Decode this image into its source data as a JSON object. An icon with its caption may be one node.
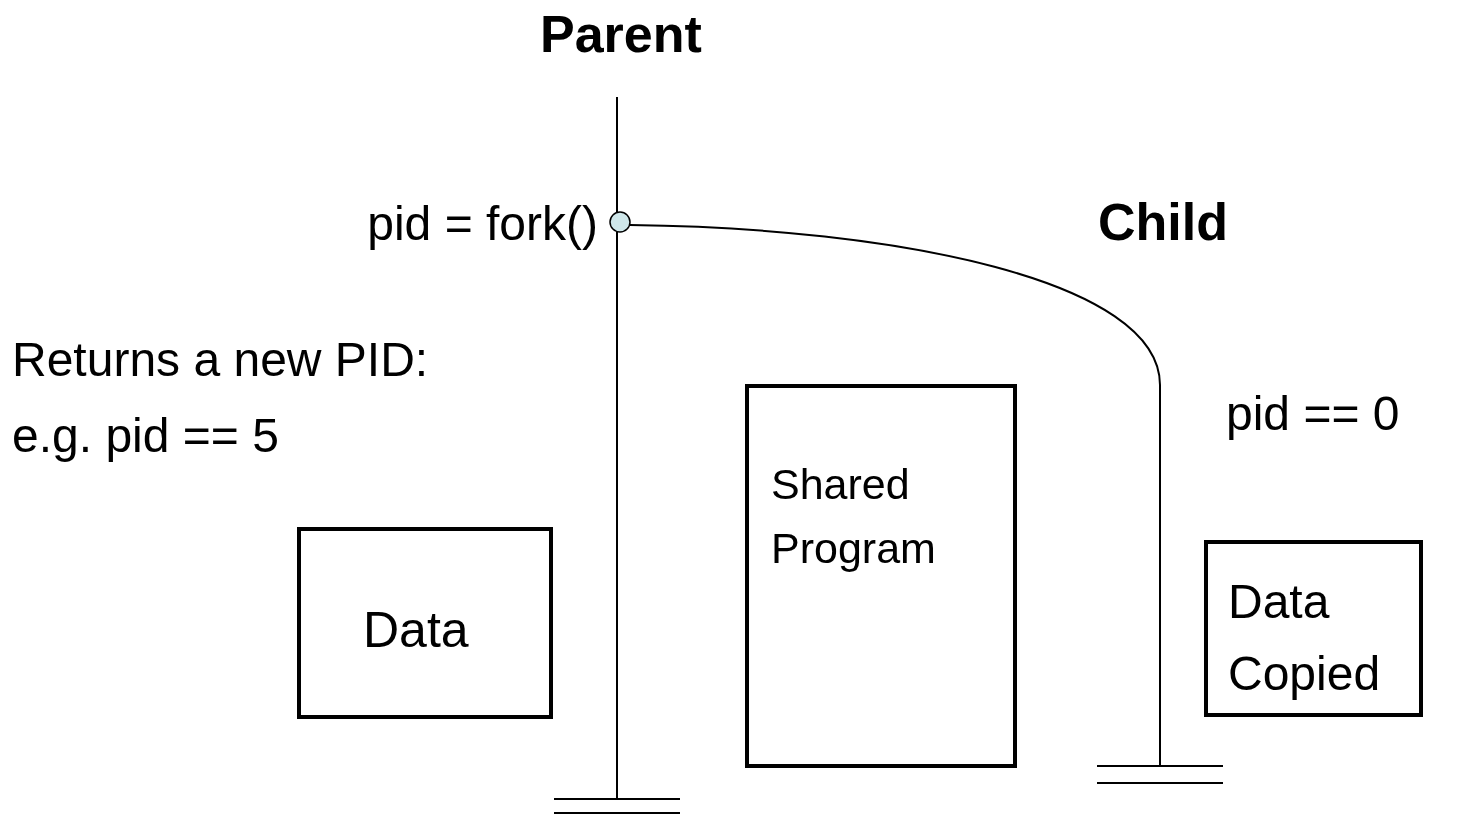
{
  "diagram": {
    "nodes": [
      {
        "text": [],
        "shape": "circle",
        "beside": [
          "pid = fork()"
        ]
      },
      {
        "text": [
          "Data"
        ]
      },
      {
        "text": [
          "Shared Program"
        ]
      },
      {
        "text": [
          "Data Copied"
        ]
      },
      {
        "text": [],
        "shape": "bar"
      },
      {
        "text": [],
        "shape": "bar"
      }
    ],
    "edges": [
      {
        "from": null,
        "to": 0,
        "arrow": "none"
      },
      {
        "from": 0,
        "to": 4,
        "arrow": "none"
      },
      {
        "from": 0,
        "to": 5,
        "arrow": "none"
      }
    ],
    "labels": [
      "Parent",
      "Child",
      "Returns a new PID: e.g. pid == 5",
      "pid == 0"
    ]
  }
}
